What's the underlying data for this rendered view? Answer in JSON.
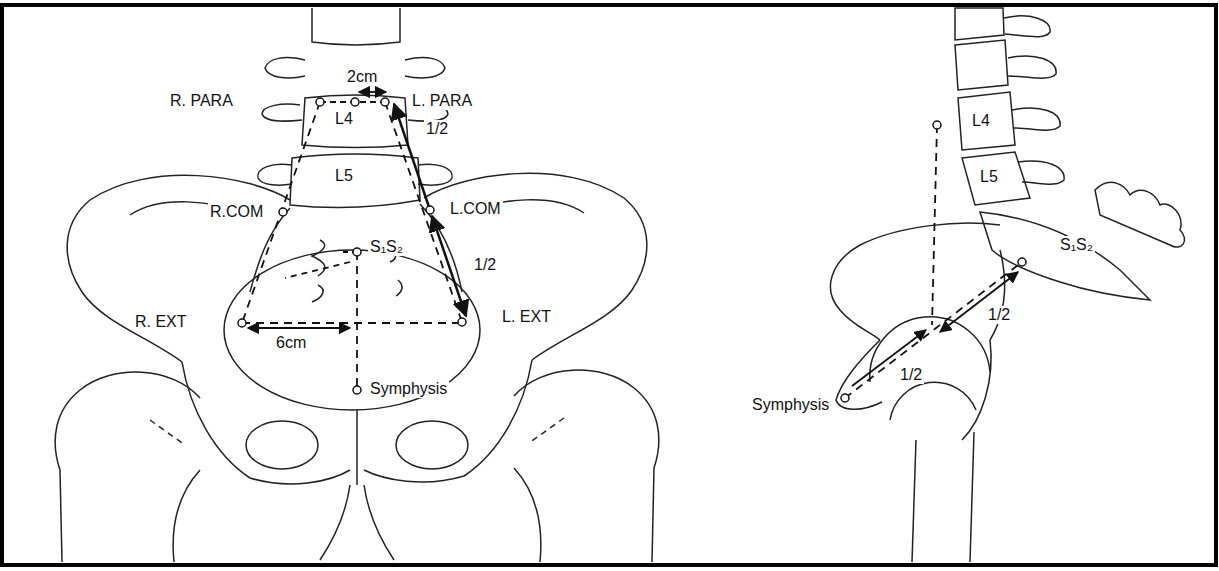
{
  "diagram": {
    "labels": [
      "2cm",
      "R. PARA",
      "L. PARA",
      "L4",
      "1/2",
      "L5",
      "R.COM",
      "L.COM",
      "S₁S₂",
      "1/2",
      "R. EXT",
      "L. EXT",
      "6cm",
      "Symphysis",
      "L4",
      "L5",
      "S₁S₂",
      "1/2",
      "1/2",
      "Symphysis"
    ]
  }
}
